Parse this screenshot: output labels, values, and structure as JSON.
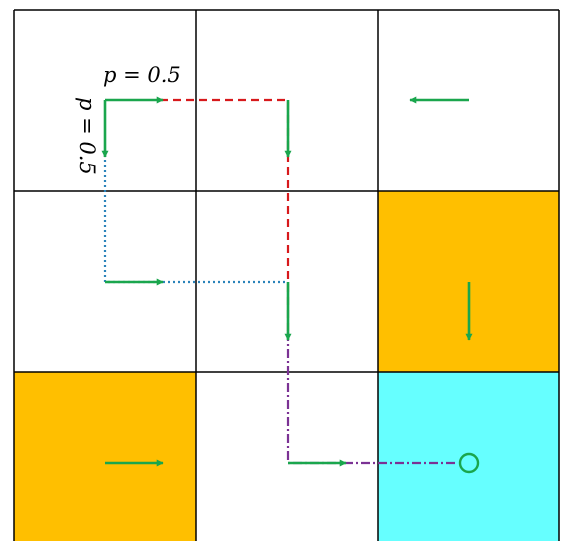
{
  "grid": {
    "rows": 3,
    "cols": 3,
    "cells": [
      [
        "white",
        "white",
        "white"
      ],
      [
        "white",
        "white",
        "orange"
      ],
      [
        "orange",
        "white",
        "cyan"
      ]
    ]
  },
  "colors": {
    "white": "#ffffff",
    "orange": "#ffbf00",
    "cyan": "#66ffff",
    "arrow": "#1aa64d",
    "path_red": "#d7191c",
    "path_blue": "#2b83ba",
    "path_purple": "#7b3294",
    "border": "#000000"
  },
  "policy_arrows": [
    {
      "cell": [
        0,
        2
      ],
      "direction": "left"
    },
    {
      "cell": [
        1,
        2
      ],
      "direction": "down"
    },
    {
      "cell": [
        2,
        0
      ],
      "direction": "right"
    }
  ],
  "goal": {
    "cell": [
      2,
      2
    ],
    "marker": "circle"
  },
  "labels": {
    "horizontal": "p = 0.5",
    "vertical": "p = 0.5"
  },
  "paths": [
    {
      "style": "dashed",
      "color": "path_red",
      "route": "right-then-down"
    },
    {
      "style": "dotted",
      "color": "path_blue",
      "route": "down-then-right"
    },
    {
      "style": "dashdot",
      "color": "path_purple",
      "route": "merged-to-goal"
    }
  ]
}
